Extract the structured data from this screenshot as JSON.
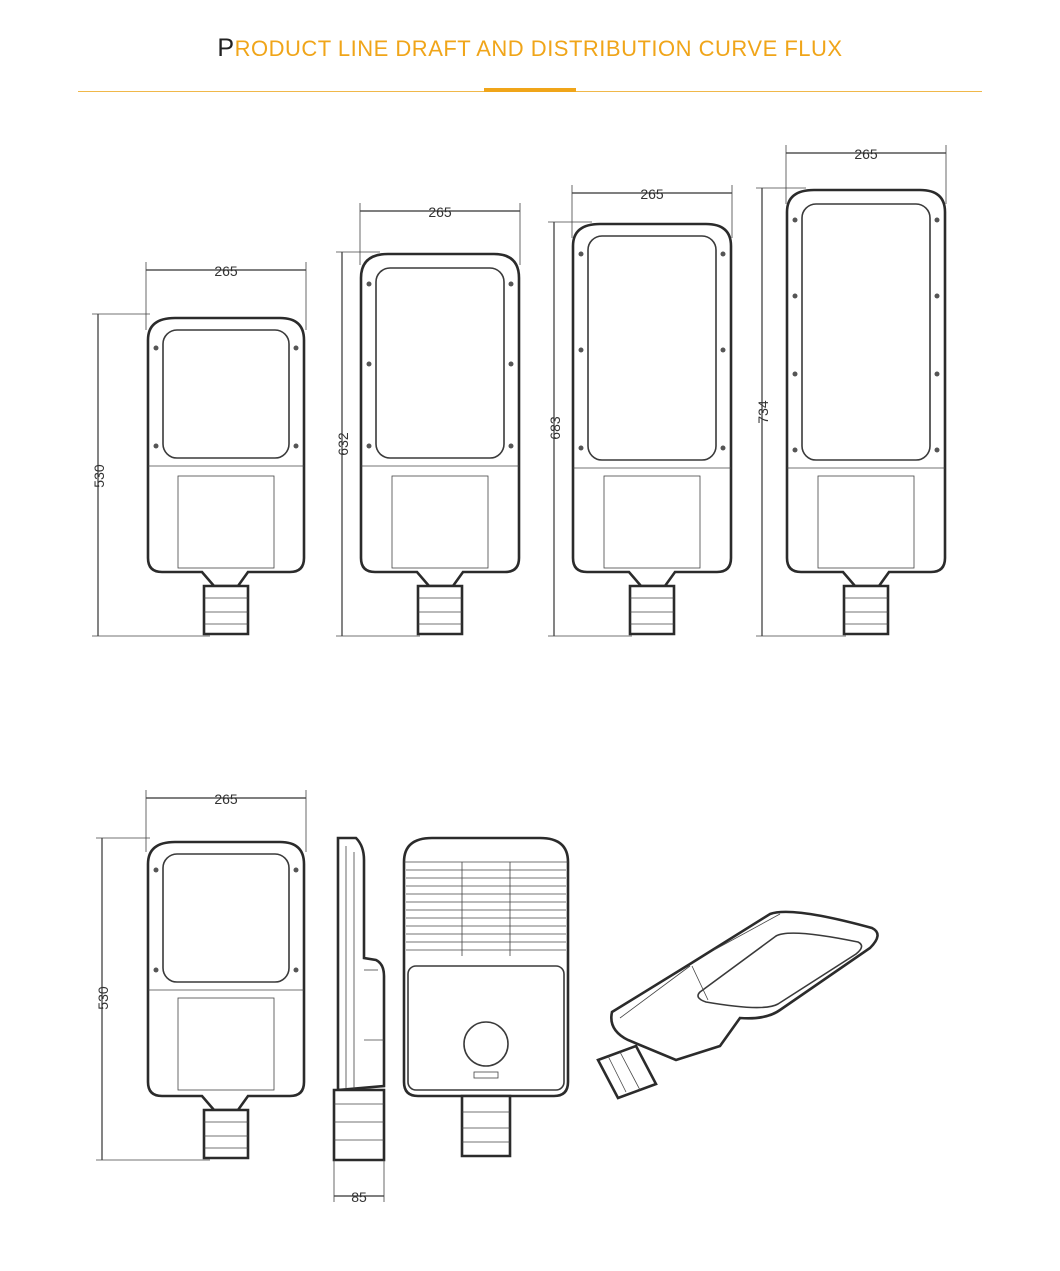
{
  "title": {
    "first_letter": "P",
    "rest": "RODUCT LINE DRAFT AND DISTRIBUTION CURVE FLUX"
  },
  "colors": {
    "accent": "#f0a519",
    "line": "#2b2b2b"
  },
  "dimensions": {
    "widths": [
      "265",
      "265",
      "265",
      "265",
      "265"
    ],
    "heights": [
      "530",
      "632",
      "683",
      "734",
      "530"
    ],
    "side_depth": "85"
  }
}
